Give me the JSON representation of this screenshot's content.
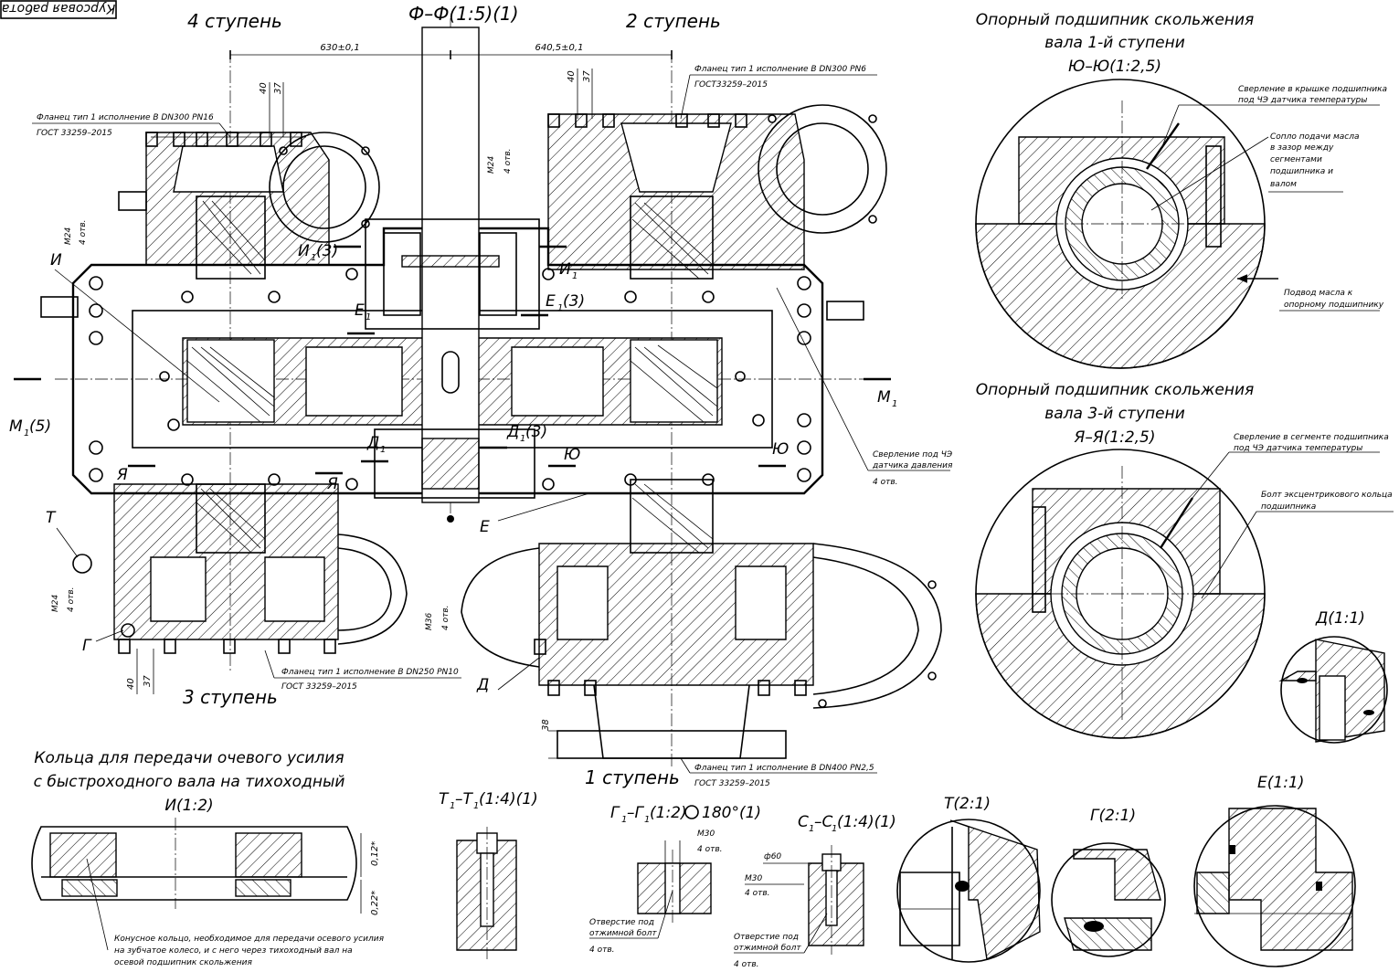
{
  "stamp": {
    "text": "Курсовая работа"
  },
  "main_view": {
    "section_title": "Ф–Ф(1:5)(1)",
    "stage_4": "4 ступень",
    "stage_2": "2 ступень",
    "stage_3": "3 ступень",
    "stage_1": "1 ступень",
    "dim_left": "630±0,1",
    "dim_right": "640,5±0,1",
    "dim_40_a": "40",
    "dim_37_a": "37",
    "dim_40_b": "40",
    "dim_37_b": "37",
    "dim_40_c": "40",
    "dim_37_c": "37",
    "dim_38": "38",
    "m24_a": "М24",
    "otv_a": "4 отв.",
    "m24_b": "М24",
    "otv_b": "4 отв.",
    "m24_c": "М24",
    "otv_c": "4 отв.",
    "m36": "М36",
    "otv_d": "4 отв.",
    "flange_4_line1": "Фланец тип 1 исполнение В DN300 PN16",
    "flange_4_line2": "ГОСТ 33259–2015",
    "flange_2_line1": "Фланец тип 1 исполнение В DN300 PN6",
    "flange_2_line2": "ГОСТ33259–2015",
    "flange_3_line1": "Фланец тип 1 исполнение В DN250 PN10",
    "flange_3_line2": "ГОСТ 33259–2015",
    "flange_1_line1": "Фланец тип 1 исполнение В DN400 PN2,5",
    "flange_1_line2": "ГОСТ 33259–2015",
    "drill_press_line1": "Сверление под ЧЭ",
    "drill_press_line2": "датчика давления",
    "drill_press_line3": "4 отв.",
    "lbl_I": "И",
    "lbl_I1_3": "И",
    "lbl_I1_3_sub": "1",
    "lbl_I1_3_tail": "(3)",
    "lbl_I1_r": "И",
    "lbl_I1_r_sub": "1",
    "lbl_E1_l": "Е",
    "lbl_E1_l_sub": "1",
    "lbl_E1_3": "Е",
    "lbl_E1_3_sub": "1",
    "lbl_E1_3_tail": "(3)",
    "lbl_M1_5": "М",
    "lbl_M1_5_sub": "1",
    "lbl_M1_5_tail": "(5)",
    "lbl_M1_r": "М",
    "lbl_M1_r_sub": "1",
    "lbl_D1_l": "Д",
    "lbl_D1_l_sub": "1",
    "lbl_D1_3": "Д",
    "lbl_D1_3_sub": "1",
    "lbl_D1_3_tail": "(3)",
    "lbl_Yu_l": "Ю",
    "lbl_Yu_r": "Ю",
    "lbl_Ya_l": "Я",
    "lbl_Ya_r": "Я",
    "lbl_T": "Т",
    "lbl_G": "Г",
    "lbl_E": "Е",
    "lbl_D": "Д"
  },
  "bearing_1": {
    "title_line1": "Опорный подшипник скольжения",
    "title_line2": "вала 1-й ступени",
    "title_line3": "Ю–Ю(1:2,5)",
    "note_drill_line1": "Сверление в крышке подшипника",
    "note_drill_line2": "под ЧЭ датчика температуры",
    "note_nozzle_line1": "Сопло подачи масла",
    "note_nozzle_line2": "в зазор между",
    "note_nozzle_line3": "сегментами",
    "note_nozzle_line4": "подшипника и",
    "note_nozzle_line5": "валом",
    "note_oil_line1": "Подвод масла к",
    "note_oil_line2": "опорному подшипнику"
  },
  "bearing_3": {
    "title_line1": "Опорный подшипник скольжения",
    "title_line2": "вала 3-й ступени",
    "title_line3": "Я–Я(1:2,5)",
    "note_drill_line1": "Сверление в сегменте подшипника",
    "note_drill_line2": "под ЧЭ датчика температуры",
    "note_bolt_line1": "Болт эксцентрикового кольца",
    "note_bolt_line2": "подшипника"
  },
  "detail_D": {
    "title": "Д(1:1)"
  },
  "rings": {
    "title_line1": "Кольца для передачи очевого усилия",
    "title_line2": "с быстроходного вала на тихоходный",
    "title_line3": "И(1:2)",
    "dim_a": "0,12*",
    "dim_b": "0,22*",
    "note_line1": "Конусное кольцо, необходимое для передачи осевого усилия",
    "note_line2": "на зубчатое колесо, и с него через тихоходный вал на",
    "note_line3": "осевой подшипник скольжения"
  },
  "section_T1": {
    "title_a": "Т",
    "title_sub": "1",
    "title_b": "–Т",
    "title_sub2": "1",
    "title_tail": "(1:4)(1)"
  },
  "section_G1": {
    "title_a": "Г",
    "title_sub": "1",
    "title_b": "–Г",
    "title_sub2": "1",
    "title_tail": "(1:2)",
    "rot": "180°(1)",
    "m30": "М30",
    "otv": "4 отв.",
    "note_line1": "Отверстие под",
    "note_line2": "отжимной болт",
    "note_line3": "4 отв."
  },
  "section_C1": {
    "title_a": "С",
    "title_sub": "1",
    "title_b": "–С",
    "title_sub2": "1",
    "title_tail": "(1:4)(1)",
    "d60": "ф60",
    "m30": "М30",
    "otv": "4 отв.",
    "note_line1": "Отверстие под",
    "note_line2": "отжимной болт",
    "note_line3": "4 отв."
  },
  "detail_T": {
    "title": "Т(2:1)"
  },
  "detail_G": {
    "title": "Г(2:1)"
  },
  "detail_E": {
    "title": "Е(1:1)"
  }
}
